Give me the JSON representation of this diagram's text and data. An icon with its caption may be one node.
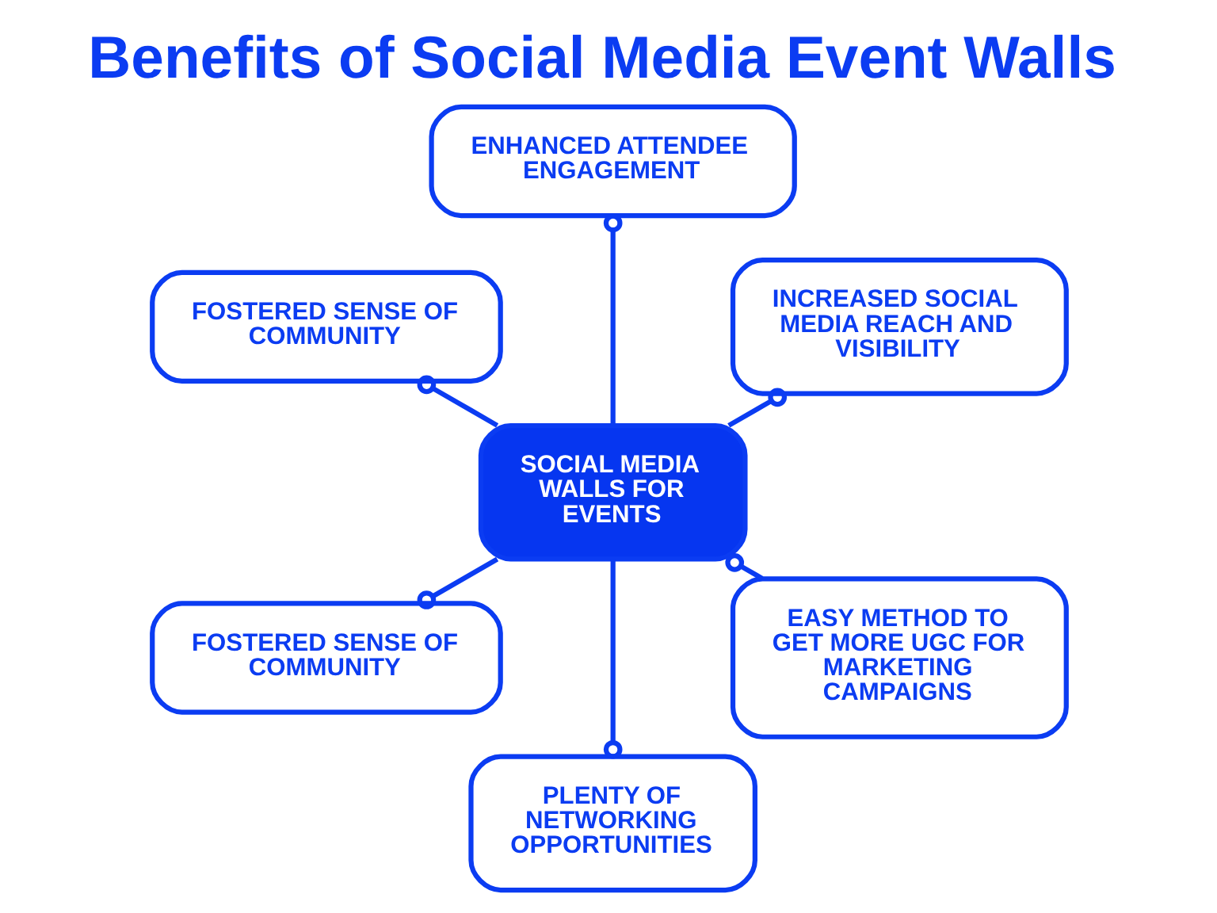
{
  "diagram": {
    "title": "Benefits of Social Media Event Walls",
    "nodes": [
      {
        "text": [
          "ENHANCED ATTENDEE ENGAGEMENT"
        ]
      },
      {
        "text": [
          "FOSTERED SENSE OF COMMUNITY"
        ]
      },
      {
        "text": [
          "SOCIAL MEDIA WALLS FOR EVENTS"
        ]
      },
      {
        "text": [
          "INCREASED SOCIAL MEDIA REACH AND VISIBILITY"
        ]
      },
      {
        "text": [
          "FOSTERED SENSE OF COMMUNITY"
        ]
      },
      {
        "text": [
          "EASY METHOD TO GET MORE UGC FOR MARKETING CAMPAIGNS"
        ]
      },
      {
        "text": [
          "PLENTY OF NETWORKING OPPORTUNITIES"
        ]
      }
    ],
    "edges": [
      {
        "from": 2,
        "to": 0,
        "arrow": "other"
      },
      {
        "from": 2,
        "to": 1,
        "arrow": "other"
      },
      {
        "from": 2,
        "to": 3,
        "arrow": "other"
      },
      {
        "from": 2,
        "to": 4,
        "arrow": "other"
      },
      {
        "from": 5,
        "to": 2,
        "arrow": "other"
      },
      {
        "from": 2,
        "to": 6,
        "arrow": "other"
      }
    ]
  }
}
